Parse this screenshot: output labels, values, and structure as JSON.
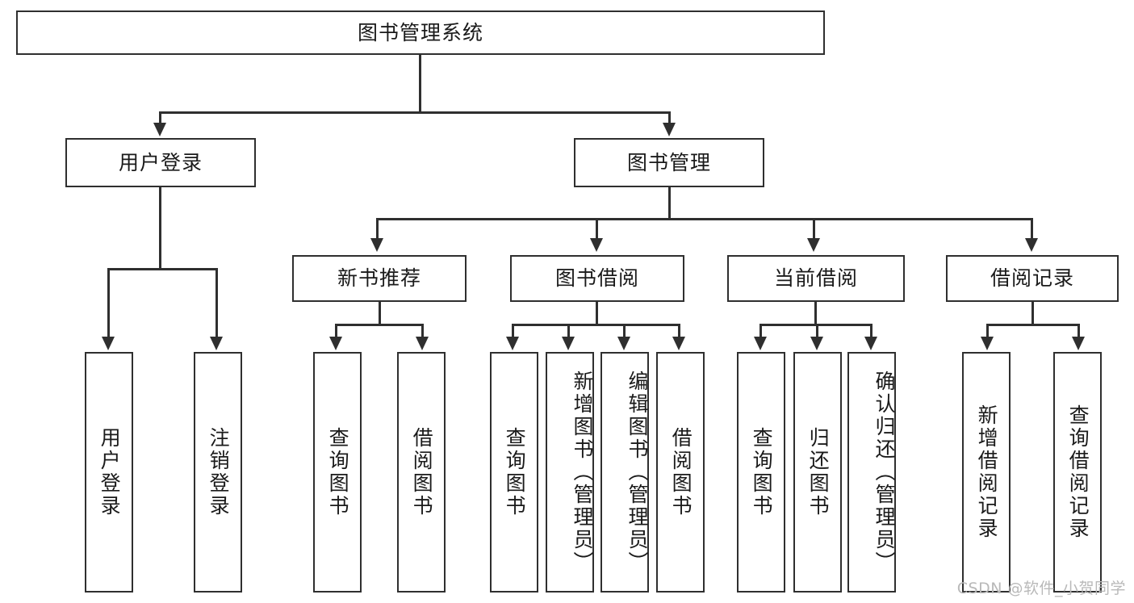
{
  "diagram": {
    "title": "图书管理系统",
    "watermark": "CSDN @软件_小贺同学",
    "colors": {
      "box_border": "#2f2f2f",
      "box_fill": "#ffffff",
      "text": "#1a1a1a",
      "connector": "#2f2f2f",
      "watermark": "#b9b9b9",
      "background": "#ffffff"
    },
    "root": {
      "label": "图书管理系统"
    },
    "level2": [
      {
        "label": "用户登录"
      },
      {
        "label": "图书管理"
      }
    ],
    "level3": [
      {
        "label": "新书推荐"
      },
      {
        "label": "图书借阅"
      },
      {
        "label": "当前借阅"
      },
      {
        "label": "借阅记录"
      }
    ],
    "leaves": {
      "user_login": [
        {
          "label": "用户登录"
        },
        {
          "label": "注销登录"
        }
      ],
      "new_book_recommend": [
        {
          "label": "查询图书"
        },
        {
          "label": "借阅图书"
        }
      ],
      "book_borrow": [
        {
          "label": "查询图书"
        },
        {
          "label": "新增图书（管理员）"
        },
        {
          "label": "编辑图书（管理员）"
        },
        {
          "label": "借阅图书"
        }
      ],
      "current_borrow": [
        {
          "label": "查询图书"
        },
        {
          "label": "归还图书"
        },
        {
          "label": "确认归还（管理员）"
        }
      ],
      "borrow_record": [
        {
          "label": "新增借阅记录"
        },
        {
          "label": "查询借阅记录"
        }
      ]
    }
  }
}
